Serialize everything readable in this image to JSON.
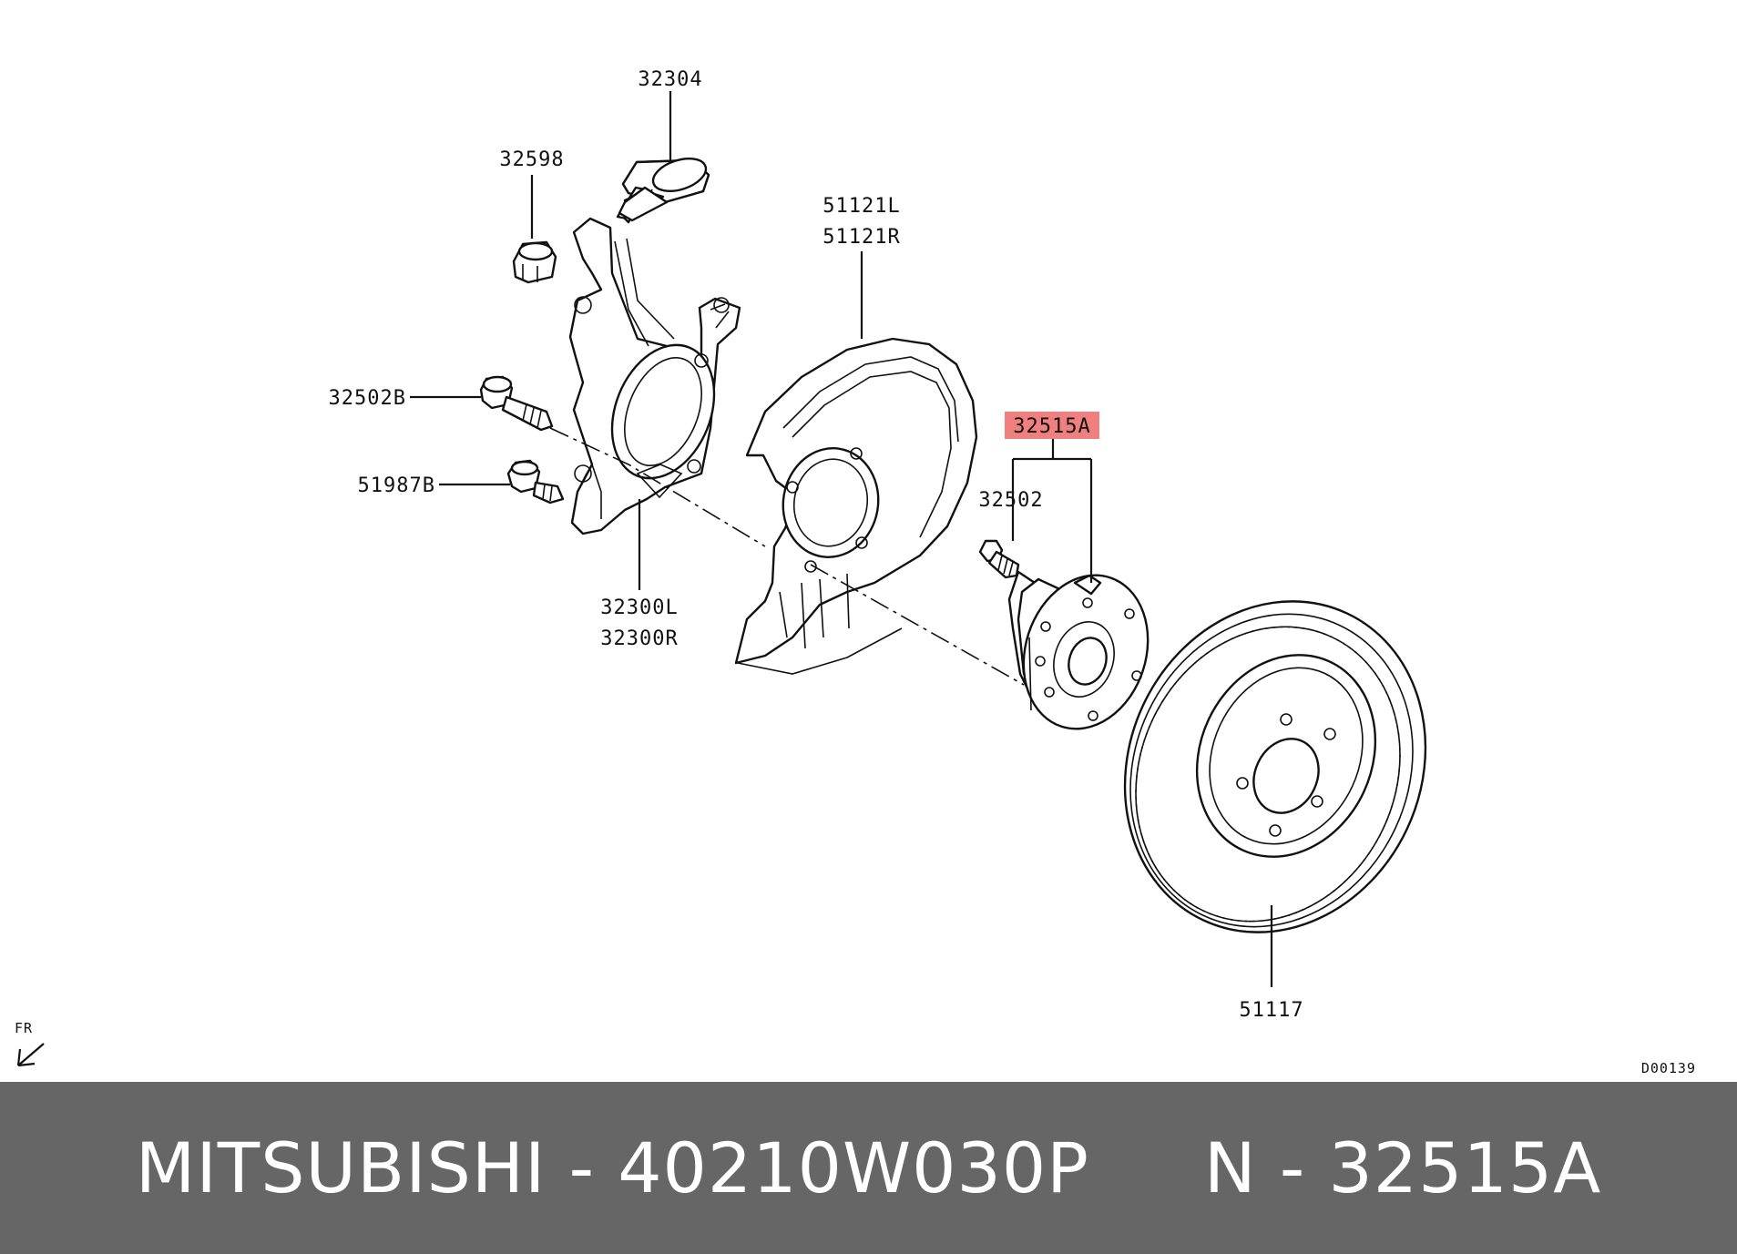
{
  "labels": {
    "p32304": "32304",
    "p32598": "32598",
    "p51121L": "51121L",
    "p51121R": "51121R",
    "p32502B": "32502B",
    "p51987B": "51987B",
    "p32300L": "32300L",
    "p32300R": "32300R",
    "p32515A": "32515A",
    "p32502": "32502",
    "p51117": "51117"
  },
  "direction_marker": "FR",
  "diagram_code": "D00139",
  "highlight_color": "#f08080",
  "footer_bg": "#666666",
  "footer": {
    "brand": "MITSUBISHI",
    "separator": "-",
    "part_number": "40210W030P",
    "position_prefix": "N",
    "position_code": "32515A"
  }
}
